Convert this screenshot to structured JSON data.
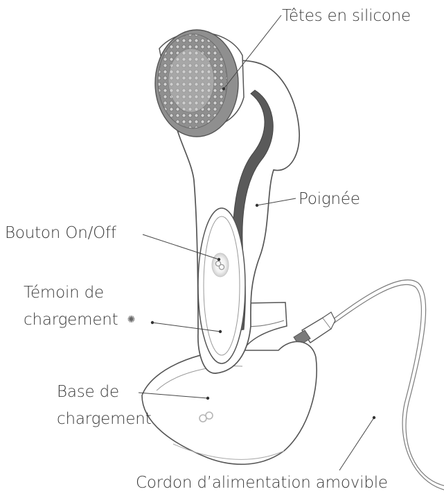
{
  "labels": {
    "heads": "Têtes en silicone",
    "handle": "Poignée",
    "power_button": "Bouton On/Off",
    "charge_indicator_line1": "Témoin de",
    "charge_indicator_line2": "chargement",
    "charge_indicator_symbol": "✺",
    "base_line1": "Base de",
    "base_line2": "chargement",
    "cord": "Cordon d’alimentation amovible"
  },
  "colors": {
    "outline": "#555555",
    "body_fill": "#ffffff",
    "stripe": "#5a5a5a",
    "silicone": "#8f8f8f",
    "text": "#3a3a3a",
    "leader": "#444444"
  },
  "icons": {
    "logo": "nu-skin-logo-icon",
    "charge_light": "sun-indicator-icon"
  }
}
